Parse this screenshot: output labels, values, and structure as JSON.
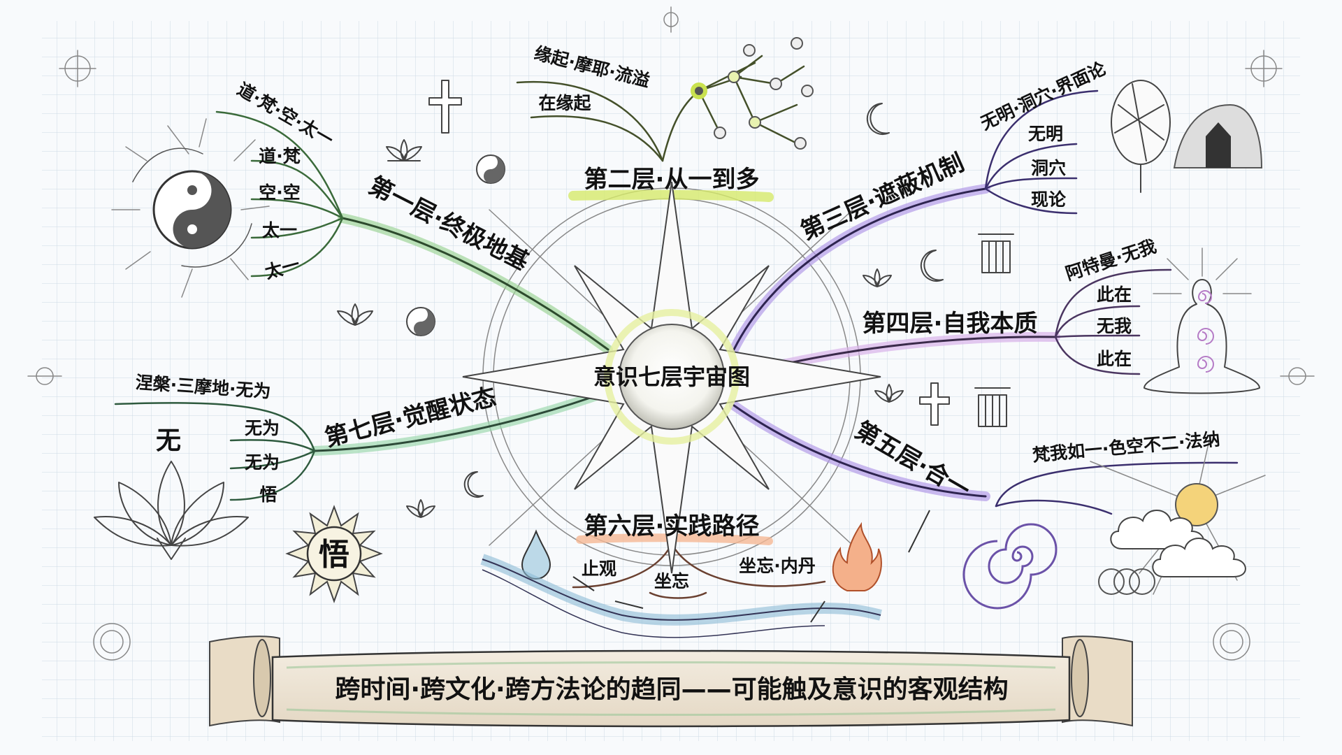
{
  "center": {
    "title": "意识七层宇宙图"
  },
  "colors": {
    "grid": "#c9d6e3",
    "layer1": "#6fbf6a",
    "layer2": "#c9e14f",
    "layer3": "#7a5cc8",
    "layer4": "#b77bd6",
    "layer5": "#8a6ad0",
    "layer6": "#f0a27a",
    "layer7": "#6fbf8a",
    "ink": "#222222"
  },
  "layers": [
    {
      "label": "第一层·终极地基",
      "items": [
        "道·梵·空·太一",
        "道·梵",
        "空·空",
        "太一",
        "太一"
      ]
    },
    {
      "label": "第二层·从一到多",
      "items": [
        "缘起·摩耶·流溢",
        "在缘起"
      ]
    },
    {
      "label": "第三层·遮蔽机制",
      "items": [
        "无明·洞穴·界面论",
        "无明",
        "洞穴",
        "现论"
      ]
    },
    {
      "label": "第四层·自我本质",
      "items": [
        "阿特曼·无我",
        "此在",
        "无我",
        "此在"
      ]
    },
    {
      "label": "第五层·合一",
      "items": [
        "梵我如一·色空不二·法纳"
      ]
    },
    {
      "label": "第六层·实践路径",
      "items": [
        "止观",
        "坐忘",
        "坐忘·内丹"
      ]
    },
    {
      "label": "第七层·觉醒状态",
      "items": [
        "涅槃·三摩地·无为",
        "无为",
        "无为",
        "悟"
      ]
    }
  ],
  "symbols": {
    "wu": "无",
    "wu_enlighten": "悟"
  },
  "banner": {
    "text": "跨时间·跨文化·跨方法论的趋同——可能触及意识的客观结构"
  },
  "icons": [
    "yin-yang-icon",
    "lotus-icon",
    "cross-icon",
    "crescent-star-icon",
    "greek-column-icon",
    "node-tree-icon",
    "mirror-icon",
    "cave-icon",
    "meditator-icon",
    "sun-cloud-icon",
    "spiral-icon",
    "infinity-rings-icon",
    "flame-icon",
    "water-drop-icon",
    "river-icon",
    "sun-badge-icon",
    "crosshair-icon"
  ]
}
